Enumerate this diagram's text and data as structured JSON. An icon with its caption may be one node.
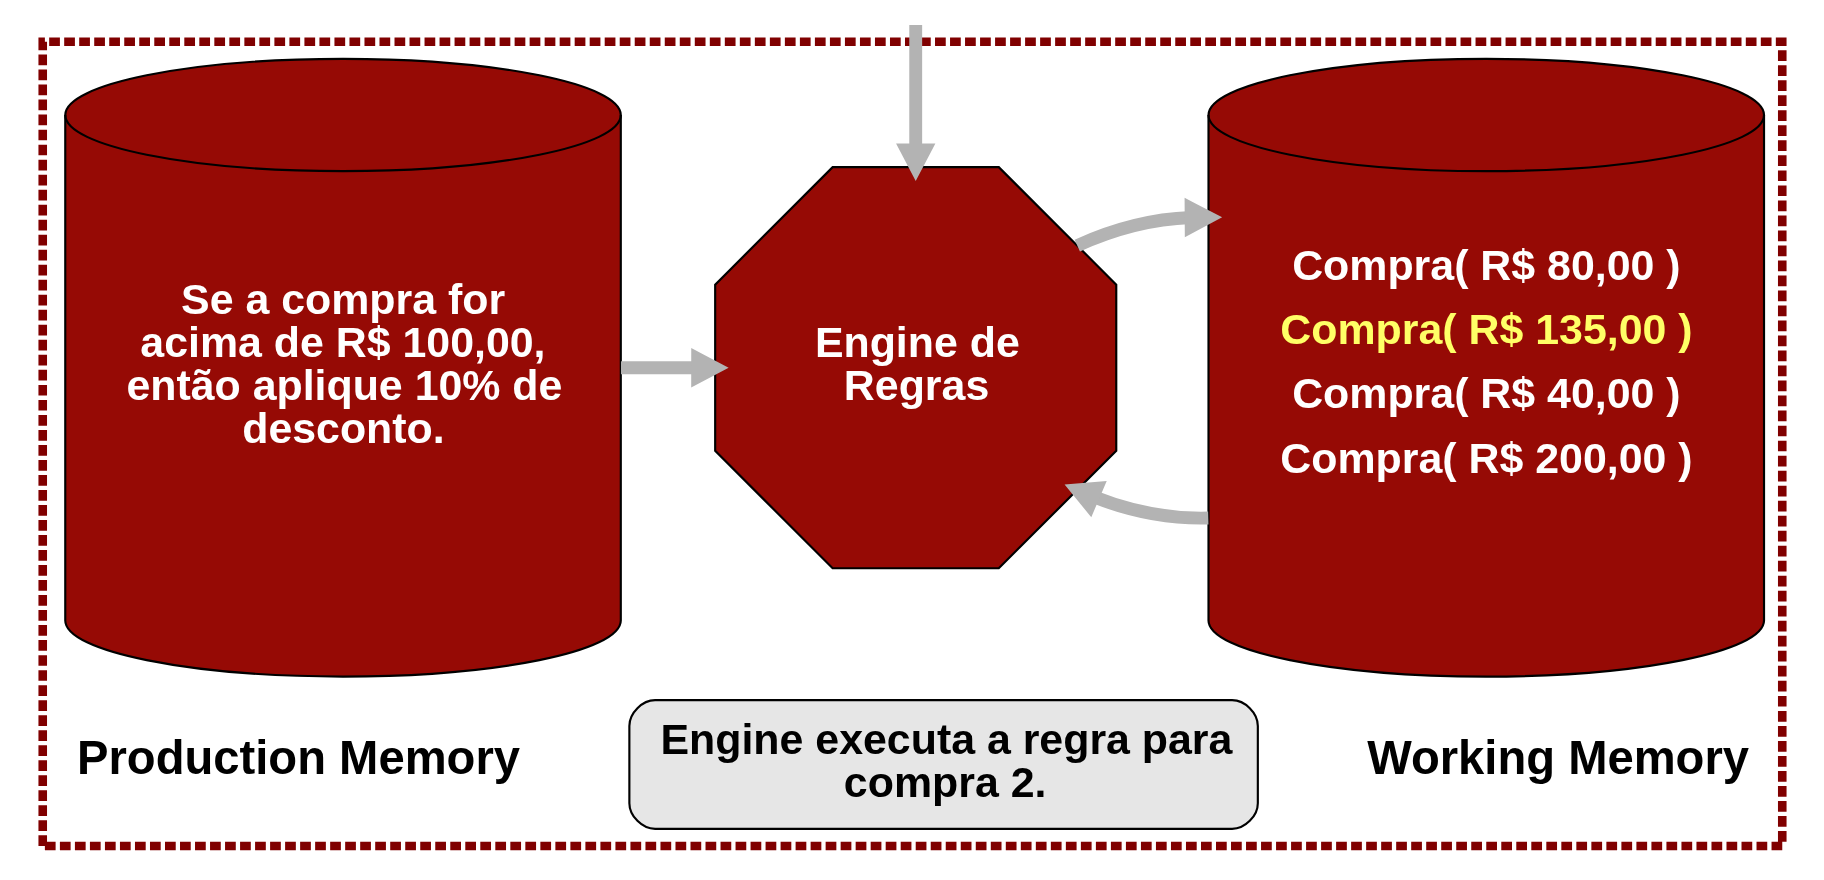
{
  "diagram": {
    "nodes": [
      {
        "text": [],
        "shape": "box"
      },
      {
        "text": [
          "Se a compra for acima de R$ 100,00, então aplique 10% de desconto."
        ],
        "beside": [
          "Production Memory"
        ],
        "in": 0
      },
      {
        "text": [
          "Engine de Regras"
        ],
        "in": 0
      },
      {
        "text": [
          "Compra( R$ 80,00 )",
          "Compra( R$ 135,00 )",
          "Compra( R$ 40,00 )",
          "Compra( R$ 200,00 )"
        ],
        "beside": [
          "Working Memory"
        ],
        "in": 0
      },
      {
        "text": [
          "Engine executa a regra para compra 2."
        ],
        "in": 0
      }
    ],
    "edges": [
      {
        "from": null,
        "to": 2,
        "arrow": "to"
      },
      {
        "from": 1,
        "to": 2,
        "arrow": "to"
      },
      {
        "from": 3,
        "to": 2,
        "arrow": "to"
      },
      {
        "from": 2,
        "to": 3,
        "arrow": "to"
      }
    ]
  }
}
